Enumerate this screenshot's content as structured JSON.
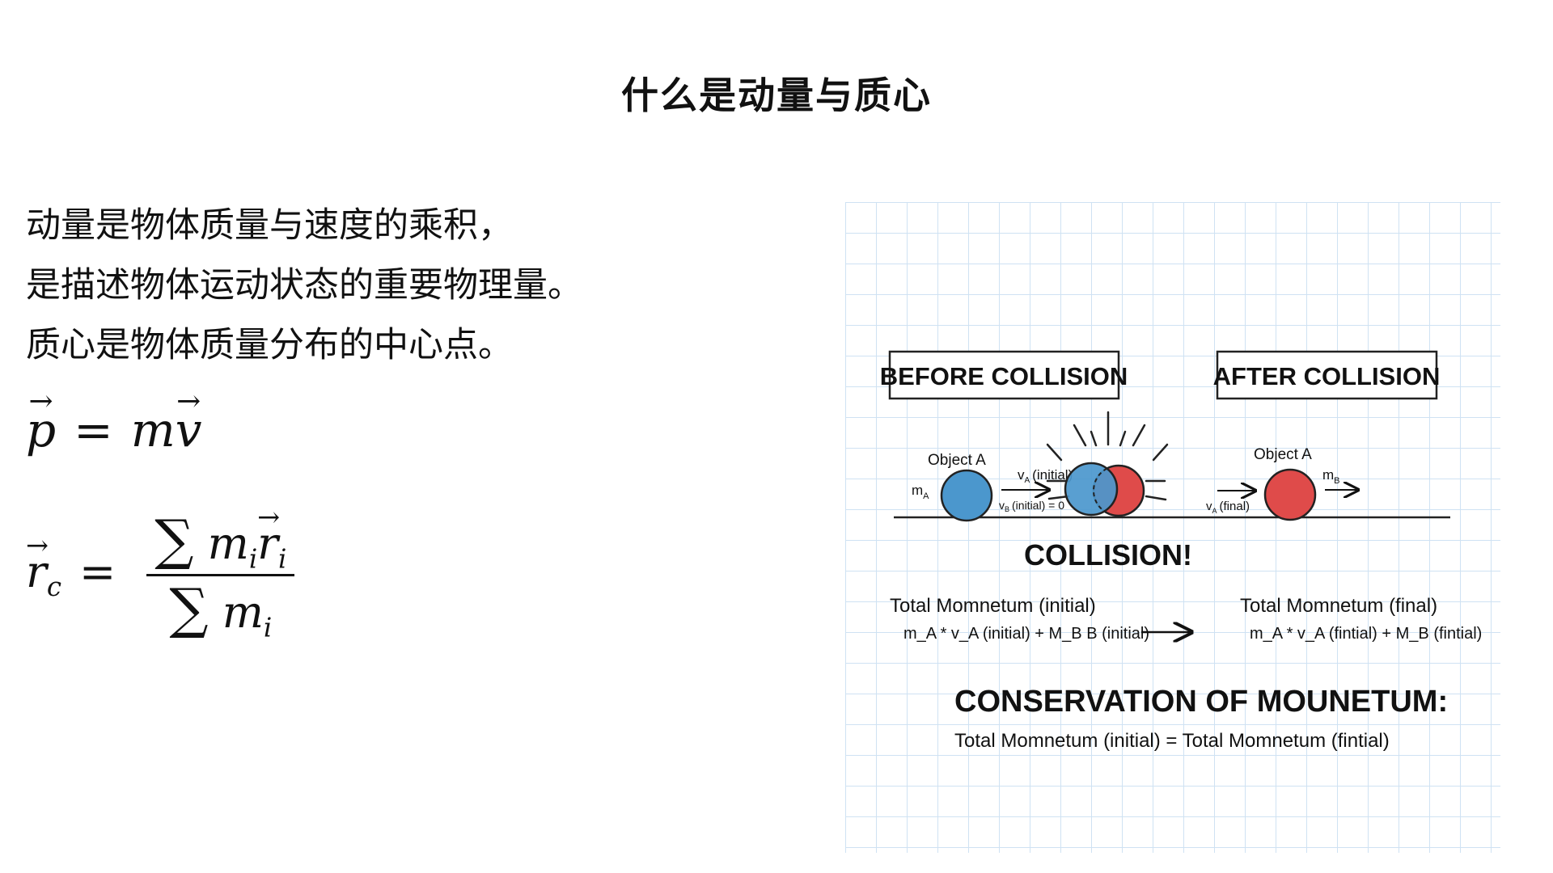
{
  "title": "什么是动量与质心",
  "paragraph": [
    "动量是物体质量与速度的乘积，",
    "是描述物体运动状态的重要物理量。",
    "质心是物体质量分布的中心点。"
  ],
  "formula_momentum": {
    "p": "p",
    "eq": "=",
    "m": "m",
    "v": "v"
  },
  "formula_com": {
    "r": "r",
    "c": "c",
    "eq": "=",
    "sum": "∑",
    "m": "m",
    "i": "i"
  },
  "illustration": {
    "before_label": "BEFORE COLLISION",
    "after_label": "AFTER COLLISION",
    "object_a_left": "Object A",
    "object_a_right": "Object A",
    "ma": "m",
    "ma_sub": "A",
    "va_initial": "v",
    "va_initial_sub": "A",
    "va_initial_rest": "(initial)",
    "vb_initial": "v",
    "vb_initial_sub": "B",
    "vb_initial_rest": "(initial) = 0",
    "va_final": "v",
    "va_final_sub": "A",
    "va_final_rest": "(final)",
    "mb": "m",
    "mb_sub": "B",
    "collision": "COLLISION!",
    "total_initial_label": "Total Momnetum (initial)",
    "total_initial_eq": "m_A * v_A (initial) + M_B B (initial)",
    "total_final_label": "Total Momnetum (final)",
    "total_final_eq": "m_A * v_A (fintial) + M_B (fintial)",
    "conservation_title": "CONSERVATION OF MOUNETUM:",
    "conservation_eq": "Total Momnetum (initial) = Total Momnetum (fintial)",
    "colors": {
      "blue": "#4b97cd",
      "red": "#df4b4a",
      "grid": "#cfe2f3"
    }
  }
}
